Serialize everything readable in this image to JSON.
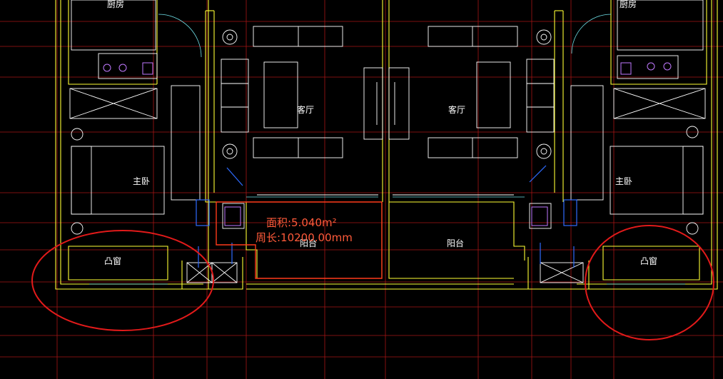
{
  "labels": {
    "kitchen": "厨房",
    "living_room": "客厅",
    "master_bedroom": "主卧",
    "balcony": "阳台",
    "bay_window": "凸窗"
  },
  "measurement": {
    "area": "面积:5.040m²",
    "perimeter": "周长:10200.00mm"
  },
  "colors": {
    "background": "#000000",
    "wall": "#ffff33",
    "detail": "#ffffff",
    "grid": "#c41a1a",
    "dimension": "#ff3a1a",
    "column": "#2e6bff",
    "purple": "#c079ff"
  }
}
